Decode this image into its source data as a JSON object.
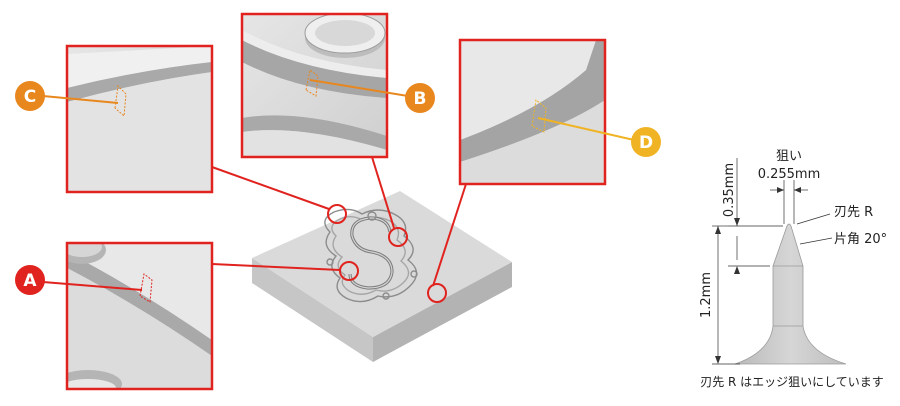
{
  "callouts": {
    "A": "A",
    "B": "B",
    "C": "C",
    "D": "D"
  },
  "colors": {
    "red": "#e0231f",
    "orange": "#e8871e",
    "yellow": "#f0b323",
    "tool_gray": "#c8c8c8",
    "block_top": "#d9d9d9"
  },
  "tool": {
    "aim_label": "狙い",
    "aim_value": "0.255mm",
    "tip_height": "0.35mm",
    "shank_height": "1.2mm",
    "tip_radius": "刃先 R",
    "half_angle": "片角 20°",
    "note": "刃先 R はエッジ狙いにしています"
  }
}
